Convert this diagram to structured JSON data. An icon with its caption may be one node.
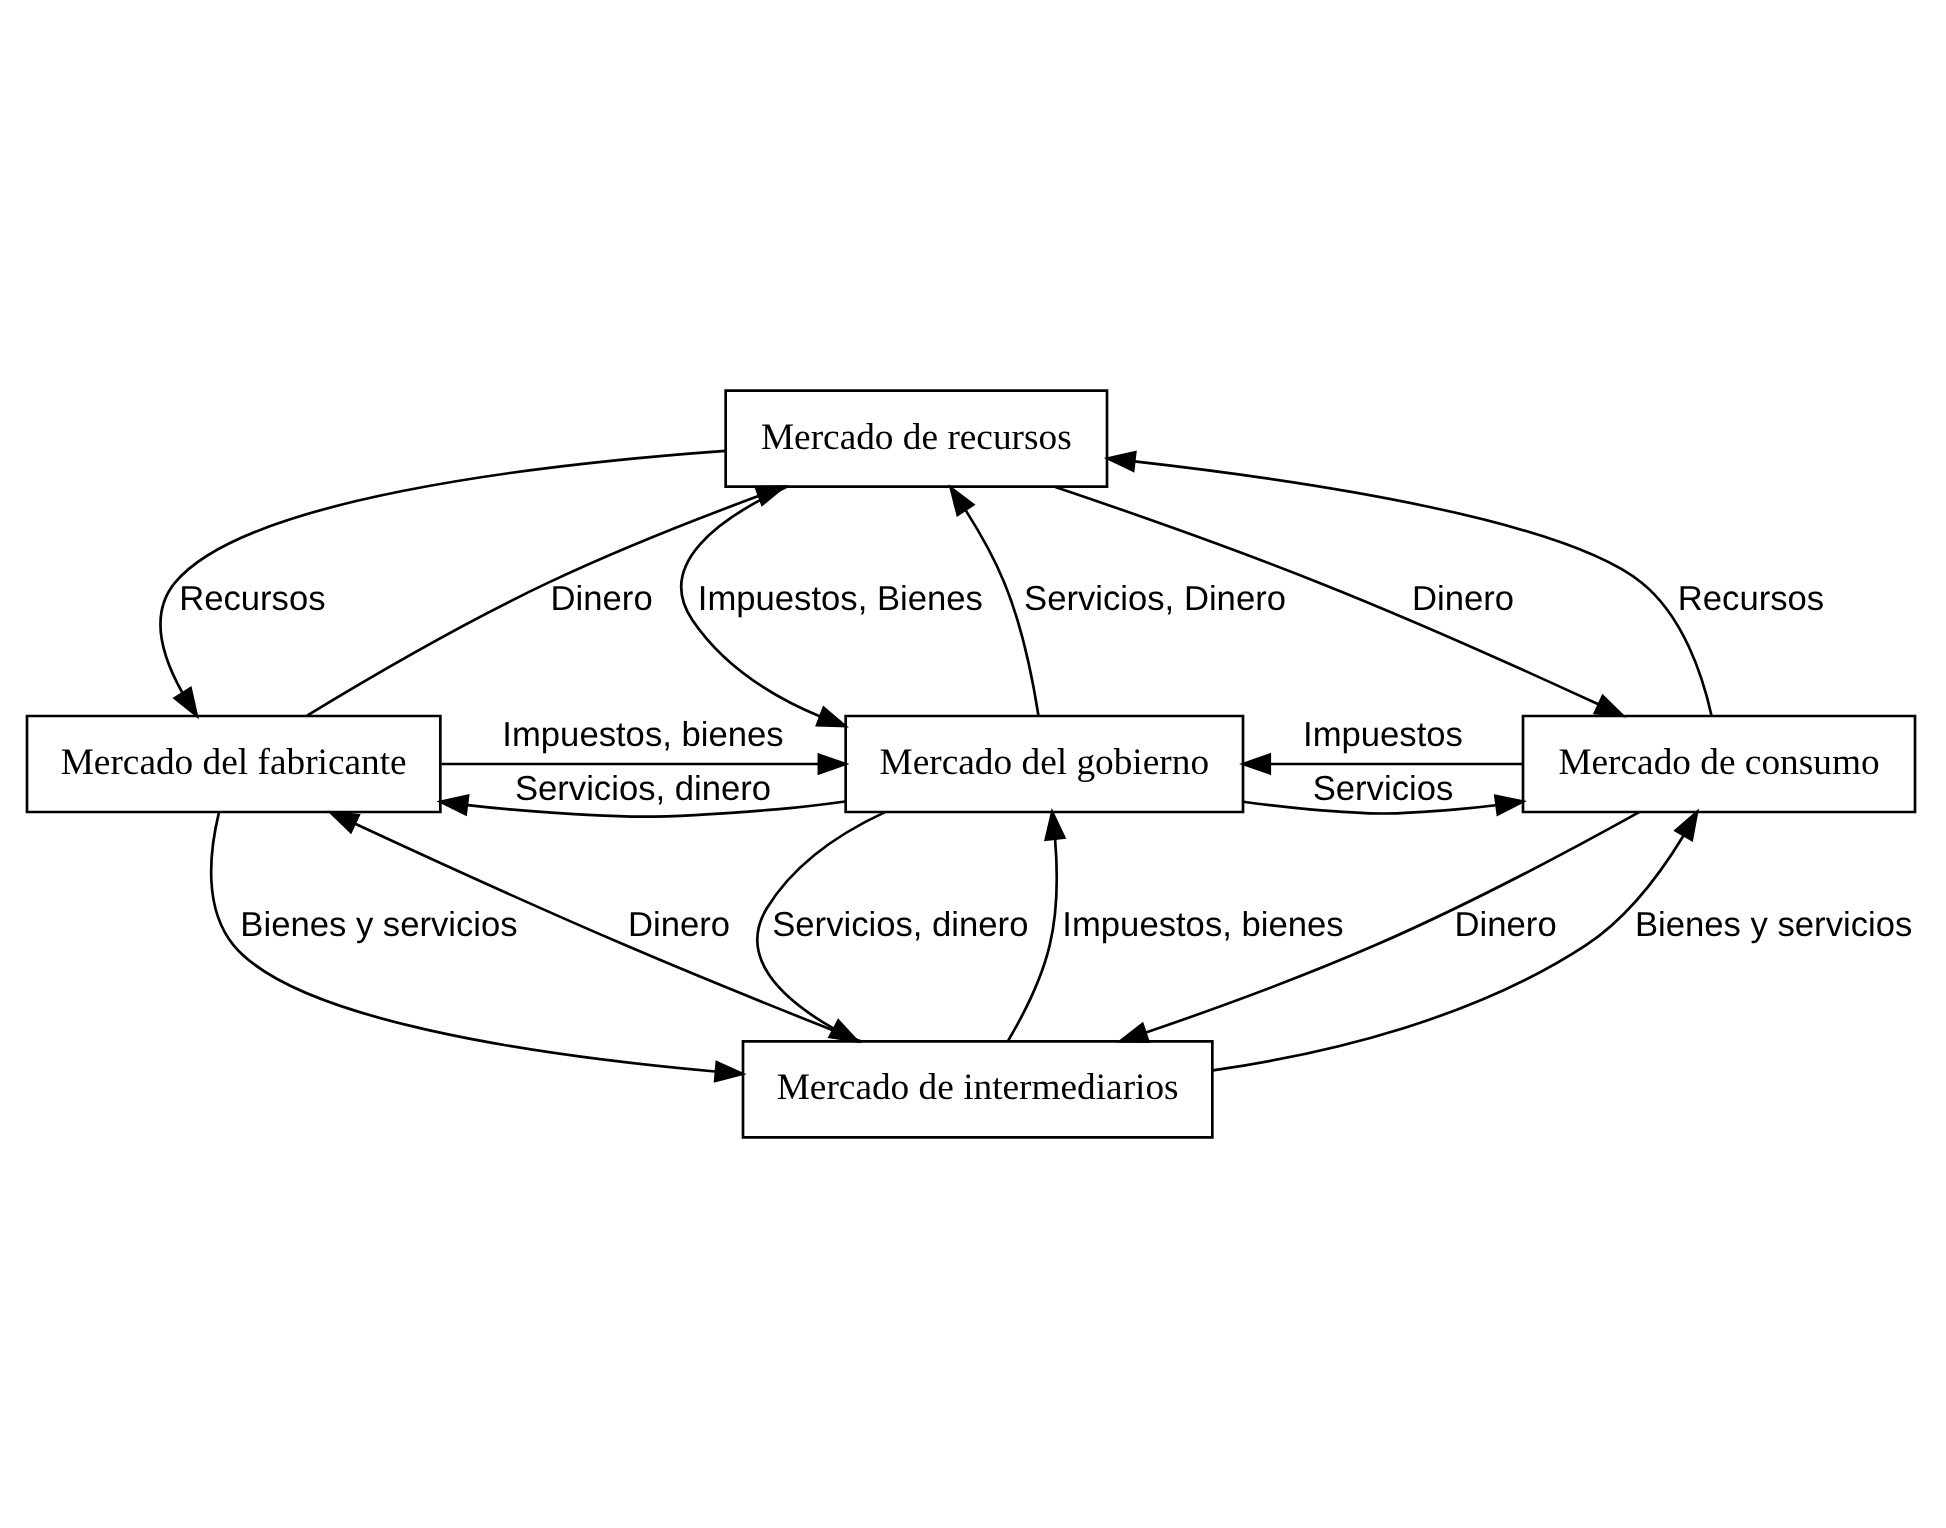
{
  "diagram": {
    "nodes": [
      {
        "text": [
          "Mercado de recursos"
        ]
      },
      {
        "text": [
          "Mercado del fabricante"
        ]
      },
      {
        "text": [
          "Mercado del gobierno"
        ]
      },
      {
        "text": [
          "Mercado de consumo"
        ]
      },
      {
        "text": [
          "Mercado de intermediarios"
        ]
      }
    ],
    "edges": [
      {
        "from": 0,
        "to": 1,
        "label": "Recursos",
        "arrow": "to"
      },
      {
        "from": 1,
        "to": 0,
        "label": "Dinero",
        "arrow": "to"
      },
      {
        "from": 3,
        "to": 0,
        "label": "Recursos",
        "arrow": "to"
      },
      {
        "from": 0,
        "to": 3,
        "label": "Dinero",
        "arrow": "to"
      },
      {
        "from": 0,
        "to": 2,
        "label": "Impuestos, Bienes",
        "arrow": "to"
      },
      {
        "from": 2,
        "to": 0,
        "label": "Servicios, Dinero",
        "arrow": "to"
      },
      {
        "from": 2,
        "to": 1,
        "label": "Servicios, dinero",
        "arrow": "to"
      },
      {
        "from": 1,
        "to": 2,
        "label": "Impuestos, bienes",
        "arrow": "to"
      },
      {
        "from": 3,
        "to": 2,
        "label": "Impuestos",
        "arrow": "to"
      },
      {
        "from": 2,
        "to": 3,
        "label": "Servicios",
        "arrow": "to"
      },
      {
        "from": 2,
        "to": 4,
        "label": "Servicios, dinero",
        "arrow": "to"
      },
      {
        "from": 4,
        "to": 2,
        "label": "Impuestos, bienes",
        "arrow": "to"
      },
      {
        "from": 4,
        "to": 1,
        "label": "Dinero",
        "arrow": "to"
      },
      {
        "from": 1,
        "to": 4,
        "label": "Bienes y servicios",
        "arrow": "to"
      },
      {
        "from": 3,
        "to": 4,
        "label": "Dinero",
        "arrow": "to"
      },
      {
        "from": 4,
        "to": 3,
        "label": "Bienes y servicios",
        "arrow": "to"
      }
    ]
  }
}
